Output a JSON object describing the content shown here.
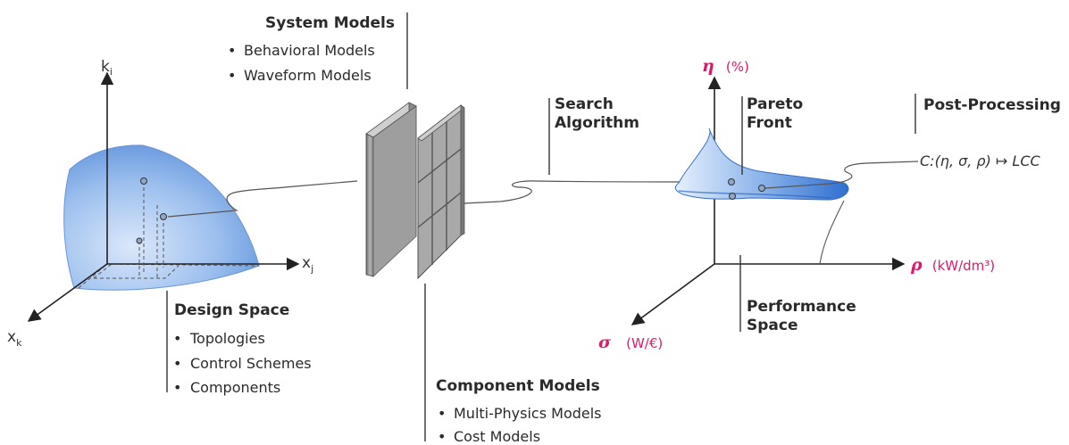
{
  "system_models": {
    "title": "System Models",
    "items": [
      "Behavioral Models",
      "Waveform Models"
    ]
  },
  "design_space": {
    "title": "Design Space",
    "items": [
      "Topologies",
      "Control Schemes",
      "Components"
    ]
  },
  "component_models": {
    "title": "Component Models",
    "items": [
      "Multi-Physics Models",
      "Cost Models"
    ]
  },
  "search_algorithm": {
    "line1": "Search",
    "line2": "Algorithm"
  },
  "pareto_front": {
    "line1": "Pareto",
    "line2": "Front"
  },
  "post_processing": {
    "title": "Post-Processing",
    "formula": "C:(η, σ, ρ) ↦ LCC"
  },
  "performance_space": {
    "line1": "Performance",
    "line2": "Space"
  },
  "design_axes": {
    "k_main": "k",
    "k_sub": "i",
    "xj_main": "x",
    "xj_sub": "j",
    "xk_main": "x",
    "xk_sub": "k"
  },
  "performance_axes": {
    "eta_symbol": "η",
    "eta_unit": "(%)",
    "rho_symbol": "ρ",
    "rho_unit": "(kW/dm³)",
    "sigma_symbol": "σ",
    "sigma_unit": "(W/€)"
  },
  "bullet": "•",
  "colors": {
    "accent_pink": "#e0186c",
    "surface_blue": "#4a86d8",
    "panel_gray": "#9a9a9a"
  }
}
